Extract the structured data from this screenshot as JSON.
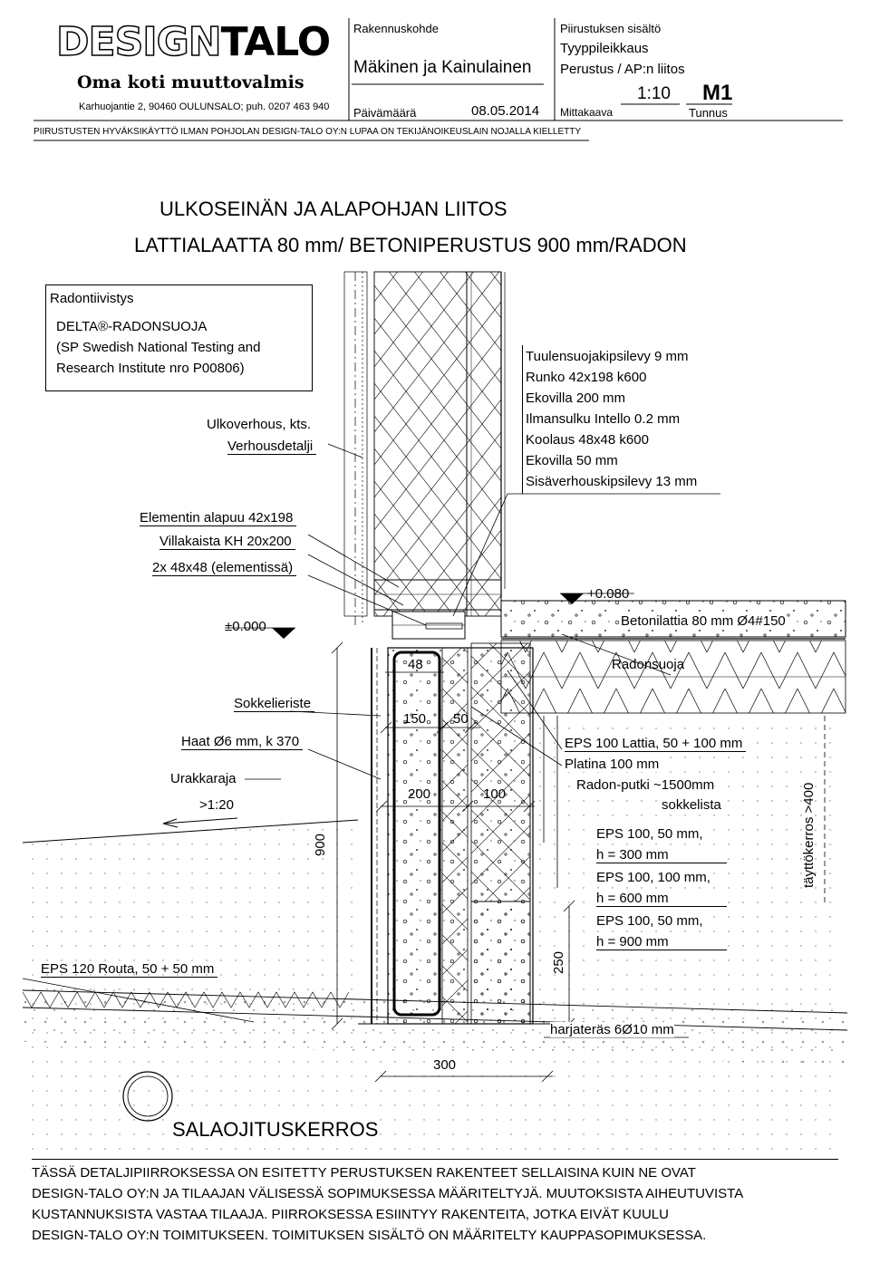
{
  "header": {
    "logo_part1": "DESIGN",
    "logo_part2": "TALO",
    "slogan": "Oma koti muuttovalmis",
    "address": "Karhuojantie 2, 90460 OULUNSALO; puh. 0207 463 940",
    "project_label": "Rakennuskohde",
    "project_value": "Mäkinen ja Kainulainen",
    "date_label": "Päivämäärä",
    "date_value": "08.05.2014",
    "contents_label": "Piirustuksen sisältö",
    "contents_line1": "Tyyppileikkaus",
    "contents_line2": "Perustus / AP:n liitos",
    "scale_label": "Mittakaava",
    "scale_value": "1:10",
    "id_label": "Tunnus",
    "id_value": "M1",
    "copyright": "PIIRUSTUSTEN HYVÄKSIKÄYTTÖ ILMAN POHJOLAN DESIGN-TALO OY:N LUPAA ON TEKIJÄNOIKEUSLAIN NOJALLA KIELLETTY"
  },
  "title": {
    "line1": "ULKOSEINÄN JA ALAPOHJAN LIITOS",
    "line2": "LATTIALAATTA 80 mm/ BETONIPERUSTUS 900 mm/RADON"
  },
  "radon_box": {
    "heading": "Radontiivistys",
    "line1": "DELTA®-RADONSUOJA",
    "line2": "(SP Swedish National Testing and",
    "line3": "Research Institute nro P00806)"
  },
  "labels": {
    "ulkoverhous1": "Ulkoverhous, kts.",
    "ulkoverhous2": "Verhousdetalji",
    "wall_layers": [
      "Tuulensuojakipsilevy 9 mm",
      "Runko 42x198 k600",
      "Ekovilla 200 mm",
      "Ilmansulku Intello 0.2 mm",
      "Koolaus 48x48 k600",
      "Ekovilla 50 mm",
      "Sisäverhouskipsilevy 13 mm"
    ],
    "element1": "Elementin alapuu 42x198",
    "element2": "Villakaista KH 20x200",
    "element3": "2x 48x48 (elementissä)",
    "level_zero": "±0.000",
    "level_floor": "+0.080",
    "betonilattia": "Betonilattia 80 mm Ø4#150",
    "radonsuoja": "Radonsuoja",
    "dim_48": "48",
    "sokkelieriste": "Sokkelieriste",
    "haat": "Haat Ø6 mm, k 370",
    "urakkaraja": "Urakkaraja",
    "slope": ">1:20",
    "dim_900": "900",
    "dim_150": "150",
    "dim_50": "50",
    "dim_200": "200",
    "dim_100": "100",
    "eps_lattia": "EPS 100 Lattia, 50 + 100 mm",
    "platina": "Platina 100 mm",
    "radon_putki1": "Radon-putki ~1500mm",
    "radon_putki2": "sokkelista",
    "eps_a1": "EPS 100, 50 mm,",
    "eps_a2": "h = 300 mm",
    "eps_b1": "EPS 100, 100 mm,",
    "eps_b2": "h = 600 mm",
    "eps_c1": "EPS 100, 50 mm,",
    "eps_c2": "h = 900 mm",
    "dim_250": "250",
    "tayttokerros": "täyttökerros >400",
    "eps_routa": "EPS 120 Routa, 50 + 50 mm",
    "harjateras": "harjateräs 6Ø10 mm",
    "dim_300": "300",
    "salaojitus": "SALAOJITUSKERROS"
  },
  "footer": {
    "line1": "TÄSSÄ DETALJIPIIRROKSESSA ON ESITETTY PERUSTUKSEN RAKENTEET SELLAISINA KUIN NE OVAT",
    "line2": "DESIGN-TALO OY:N JA TILAAJAN VÄLISESSÄ SOPIMUKSESSA MÄÄRITELTYJÄ. MUUTOKSISTA AIHEUTUVISTA",
    "line3": "KUSTANNUKSISTA VASTAA TILAAJA. PIIRROKSESSA ESIINTYY RAKENTEITA, JOTKA EIVÄT KUULU",
    "line4": "DESIGN-TALO OY:N TOIMITUKSEEN. TOIMITUKSEN SISÄLTÖ ON MÄÄRITELTY KAUPPASOPIMUKSESSA."
  }
}
